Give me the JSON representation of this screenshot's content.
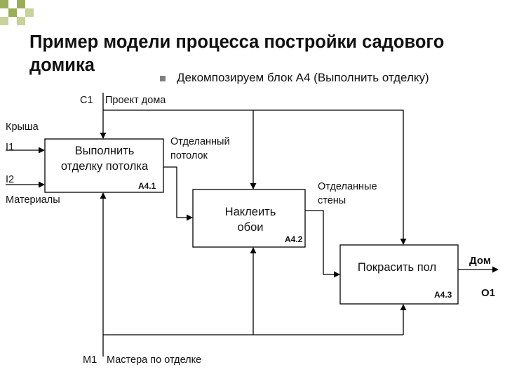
{
  "title": "Пример модели процесса постройки садового домика",
  "subtitle": "Декомпозируем блок А4 (Выполнить отделку)",
  "colors": {
    "accent": "#9aae58",
    "accent_light": "#c7d39a",
    "bullet": "#808080",
    "line": "#000000"
  },
  "diagram": {
    "control": {
      "code": "C1",
      "label": "Проект дома"
    },
    "inputs": {
      "roof": "Крыша",
      "i1": "I1",
      "i2": "I2",
      "materials": "Материалы"
    },
    "mechanism": {
      "code": "M1",
      "label": "Мастера по отделке"
    },
    "output": {
      "label": "Дом",
      "code": "O1"
    },
    "blocks": [
      {
        "text": "Выполнить отделку потолка",
        "code": "А4.1"
      },
      {
        "text": "Наклеить обои",
        "code": "А4.2"
      },
      {
        "text": "Покрасить пол",
        "code": "А4.3"
      }
    ],
    "arrows": {
      "ceiling": "Отделанный потолок",
      "walls": "Отделанные стены"
    }
  }
}
